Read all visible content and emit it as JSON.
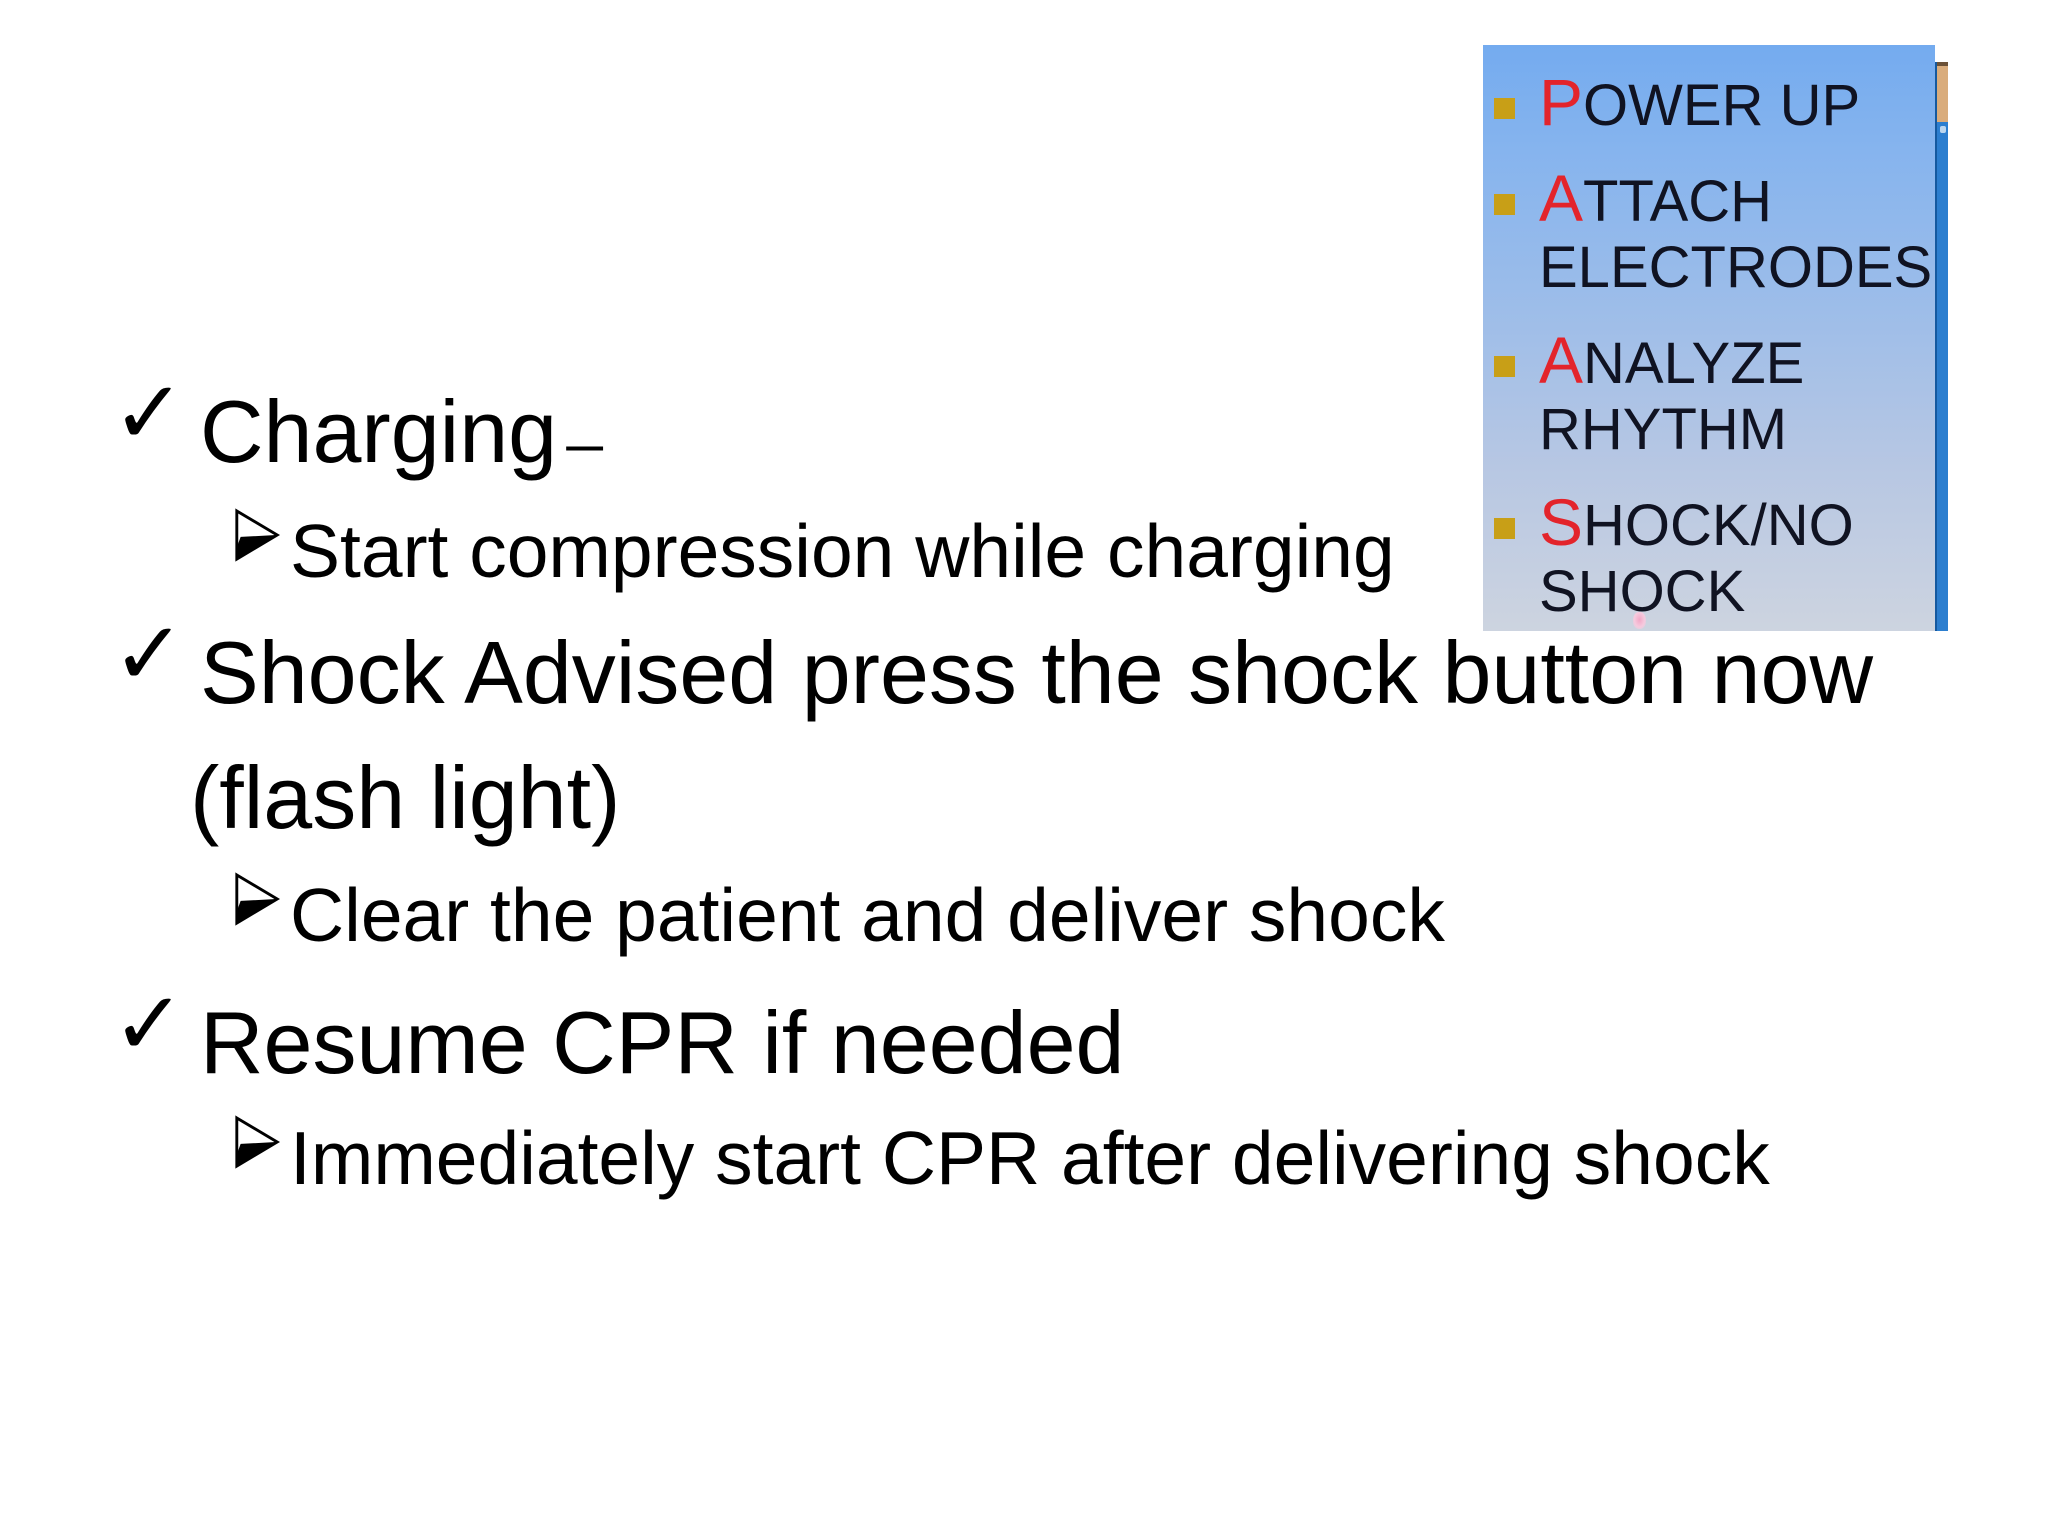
{
  "slide": {
    "kind": "presentation-slide",
    "background": "#ffffff",
    "icons": {
      "check": "✓",
      "arrow": "three-d-rightwards-arrowhead"
    },
    "bullets": [
      {
        "level": 1,
        "marker": "check",
        "label": "Charging",
        "suffix": "_"
      },
      {
        "level": 2,
        "marker": "arrow",
        "label": "Start compression while charging"
      },
      {
        "level": 1,
        "marker": "check",
        "label": "Shock Advised press the shock button now"
      },
      {
        "level": 1,
        "marker": "none",
        "label": "(flash light)"
      },
      {
        "level": 2,
        "marker": "arrow",
        "label": "Clear the patient and deliver shock"
      },
      {
        "level": 1,
        "marker": "check",
        "label": "Resume CPR if needed"
      },
      {
        "level": 2,
        "marker": "arrow",
        "label": "Immediately start CPR after delivering shock"
      }
    ],
    "aed_panel": {
      "description": "AED operation steps panel",
      "items": [
        {
          "initial": "P",
          "rest": "OWER UP"
        },
        {
          "initial": "A",
          "rest": "TTACH\nELECTRODES"
        },
        {
          "initial": "A",
          "rest": "NALYZE\nRHYTHM"
        },
        {
          "initial": "S",
          "rest": "HOCK/NO\nSHOCK"
        }
      ],
      "colors": {
        "initial_red": "#e3242b",
        "text_dark": "#101322",
        "bullet_gold": "#c89f17",
        "panel_top": "#74abef",
        "panel_bottom": "#cdd4e0",
        "stripe_blue": "#2c7ecf",
        "stripe_thumb_tan": "#d9ac7c"
      }
    }
  }
}
